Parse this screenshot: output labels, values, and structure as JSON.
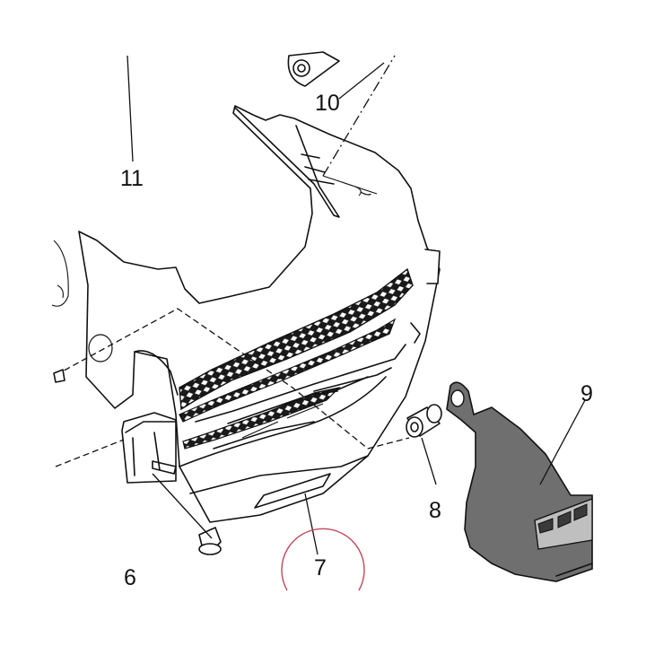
{
  "callouts": [
    {
      "id": "11",
      "label": "11"
    },
    {
      "id": "10",
      "label": "10"
    },
    {
      "id": "9",
      "label": "9"
    },
    {
      "id": "8",
      "label": "8"
    },
    {
      "id": "7",
      "label": "7"
    },
    {
      "id": "6",
      "label": "6"
    }
  ],
  "colors": {
    "line": "#111111",
    "fill_part_9": "#6f6f6f",
    "mesh": "#1a1a1a",
    "highlight_circle": "#c2475a"
  }
}
